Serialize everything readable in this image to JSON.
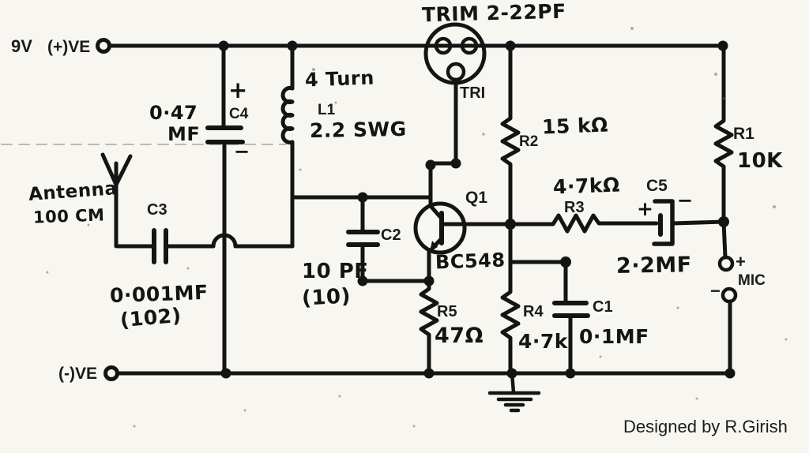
{
  "title": "TRIM 2-22PF",
  "credit": "Designed by R.Girish",
  "power": {
    "pos_voltage": "9V",
    "pos_label": "(+)VE",
    "neg_label": "(-)VE"
  },
  "antenna": {
    "name": "Antenna",
    "length": "100 CM"
  },
  "trimmer": {
    "designator": "TRI"
  },
  "inductor": {
    "designator": "L1",
    "turns": "4 Turn",
    "wire": "2.2 SWG"
  },
  "transistor": {
    "designator": "Q1",
    "part": "BC548"
  },
  "resistors": {
    "r1": {
      "designator": "R1",
      "value": "10K"
    },
    "r2": {
      "designator": "R2",
      "value": "15 kΩ"
    },
    "r3": {
      "designator": "R3",
      "value": "4·7kΩ"
    },
    "r4": {
      "designator": "R4",
      "value": "4·7k"
    },
    "r5": {
      "designator": "R5",
      "value": "47Ω"
    }
  },
  "capacitors": {
    "c1": {
      "designator": "C1",
      "value": "0·1MF"
    },
    "c2": {
      "designator": "C2",
      "value": "10 PF",
      "code": "(10)"
    },
    "c3": {
      "designator": "C3",
      "value": "0·001MF",
      "code": "(102)"
    },
    "c4": {
      "designator": "C4",
      "value": "0·47",
      "unit": "MF",
      "plus": "+",
      "minus": "−"
    },
    "c5": {
      "designator": "C5",
      "value": "2·2MF",
      "plus": "+",
      "minus": "−"
    }
  },
  "mic": {
    "label": "MIC",
    "plus": "+",
    "minus": "−"
  },
  "ink_color": "#141414"
}
